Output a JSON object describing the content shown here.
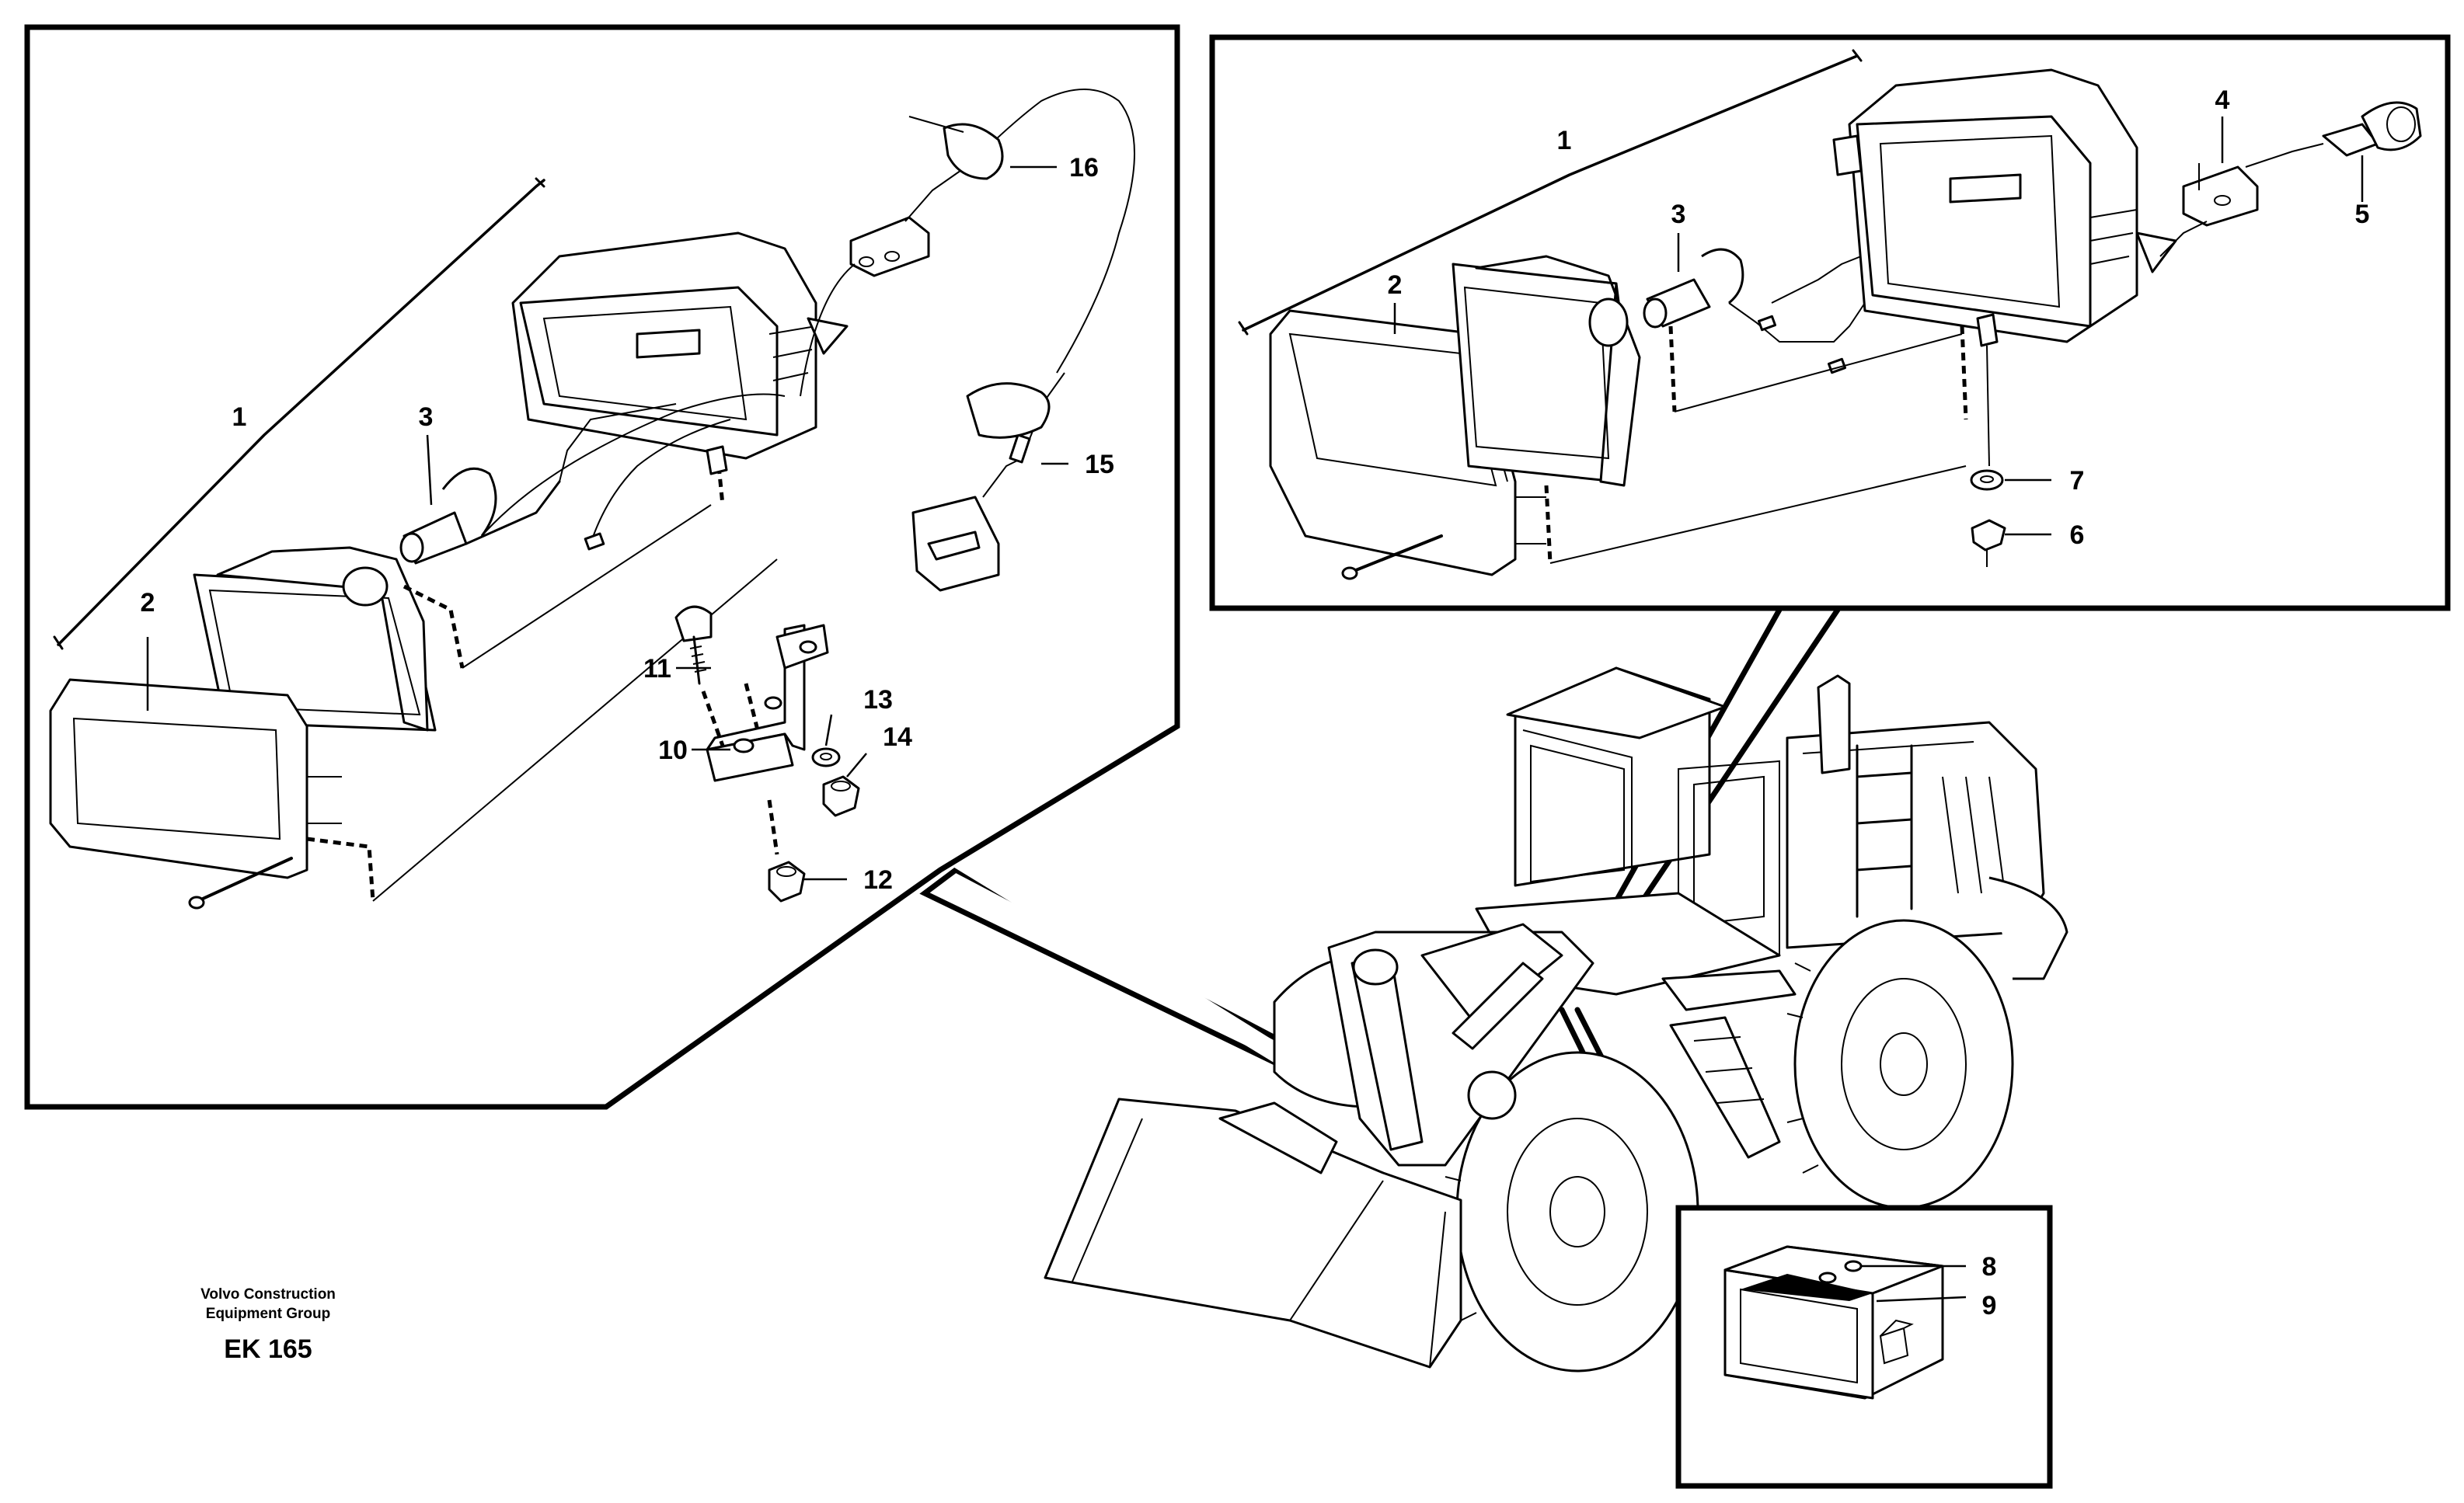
{
  "diagram": {
    "left_panel": {
      "callouts": [
        {
          "id": "1",
          "label": "1"
        },
        {
          "id": "2",
          "label": "2"
        },
        {
          "id": "3",
          "label": "3"
        },
        {
          "id": "10",
          "label": "10"
        },
        {
          "id": "11",
          "label": "11"
        },
        {
          "id": "12",
          "label": "12"
        },
        {
          "id": "13",
          "label": "13"
        },
        {
          "id": "14",
          "label": "14"
        },
        {
          "id": "15",
          "label": "15"
        },
        {
          "id": "16",
          "label": "16"
        }
      ]
    },
    "right_panel": {
      "callouts": [
        {
          "id": "1",
          "label": "1"
        },
        {
          "id": "2",
          "label": "2"
        },
        {
          "id": "3",
          "label": "3"
        },
        {
          "id": "4",
          "label": "4"
        },
        {
          "id": "5",
          "label": "5"
        },
        {
          "id": "6",
          "label": "6"
        },
        {
          "id": "7",
          "label": "7"
        }
      ]
    },
    "bottom_panel": {
      "callouts": [
        {
          "id": "8",
          "label": "8"
        },
        {
          "id": "9",
          "label": "9"
        }
      ]
    }
  },
  "footer": {
    "company_line1": "Volvo Construction",
    "company_line2": "Equipment Group",
    "code": "EK 165"
  }
}
